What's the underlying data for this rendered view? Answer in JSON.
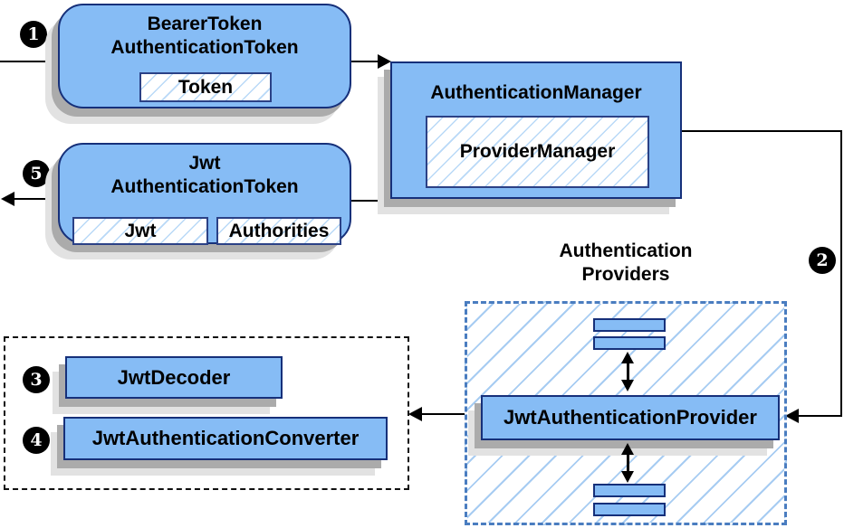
{
  "steps": {
    "s1": "1",
    "s2": "2",
    "s3": "3",
    "s4": "4",
    "s5": "5"
  },
  "nodes": {
    "bearer_token": {
      "line1": "BearerToken",
      "line2": "AuthenticationToken",
      "chip": "Token"
    },
    "authentication_manager": {
      "title": "AuthenticationManager",
      "chip": "ProviderManager"
    },
    "jwt_authentication_token": {
      "line1": "Jwt",
      "line2": "AuthenticationToken",
      "chip_jwt": "Jwt",
      "chip_authorities": "Authorities"
    },
    "providers_group": {
      "label_line1": "Authentication",
      "label_line2": "Providers",
      "provider": "JwtAuthenticationProvider"
    },
    "converters_group": {
      "decoder": "JwtDecoder",
      "converter": "JwtAuthenticationConverter"
    }
  },
  "colors": {
    "node_fill": "#86BCF5",
    "node_border": "#16307A",
    "chip_hatch": "#B9D9F7",
    "area_hatch": "#A7CCF2",
    "provider_area_border": "#4A7DC0",
    "shadow_dark": "#ABABAB",
    "shadow_light": "#E2E2E2",
    "step_circle_fill": "#000000",
    "step_circle_text": "#FFFFFF",
    "connector": "#000000"
  }
}
